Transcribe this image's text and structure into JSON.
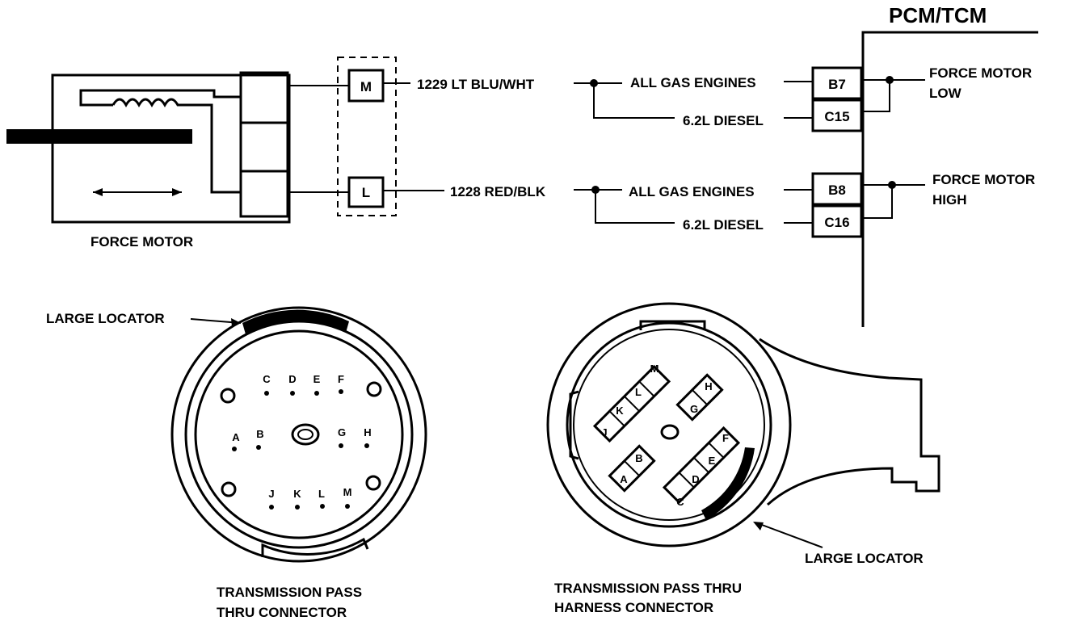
{
  "pcm": {
    "title": "PCM/TCM"
  },
  "force_motor": {
    "label": "FORCE MOTOR",
    "terminal_m": "M",
    "terminal_l": "L"
  },
  "circuits": [
    {
      "wire": "1229 LT BLU/WHT",
      "gas": "ALL GAS ENGINES",
      "diesel": "6.2L DIESEL",
      "pin_gas": "B7",
      "pin_diesel": "C15",
      "function_line1": "FORCE MOTOR",
      "function_line2": "LOW"
    },
    {
      "wire": "1228 RED/BLK",
      "gas": "ALL GAS ENGINES",
      "diesel": "6.2L DIESEL",
      "pin_gas": "B8",
      "pin_diesel": "C16",
      "function_line1": "FORCE MOTOR",
      "function_line2": "HIGH"
    }
  ],
  "connector_left": {
    "locator": "LARGE LOCATOR",
    "caption_line1": "TRANSMISSION PASS",
    "caption_line2": "THRU CONNECTOR",
    "pins_top": [
      "C",
      "D",
      "E",
      "F"
    ],
    "pins_mid": [
      "A",
      "B",
      "G",
      "H"
    ],
    "pins_bottom": [
      "J",
      "K",
      "L",
      "M"
    ]
  },
  "connector_right": {
    "locator": "LARGE LOCATOR",
    "caption_line1": "TRANSMISSION PASS THRU",
    "caption_line2": "HARNESS CONNECTOR",
    "pins_jklm": [
      "J",
      "K",
      "L",
      "M"
    ],
    "pins_gh": [
      "G",
      "H"
    ],
    "pins_ab": [
      "A",
      "B"
    ],
    "pins_cdef": [
      "C",
      "D",
      "E",
      "F"
    ]
  }
}
